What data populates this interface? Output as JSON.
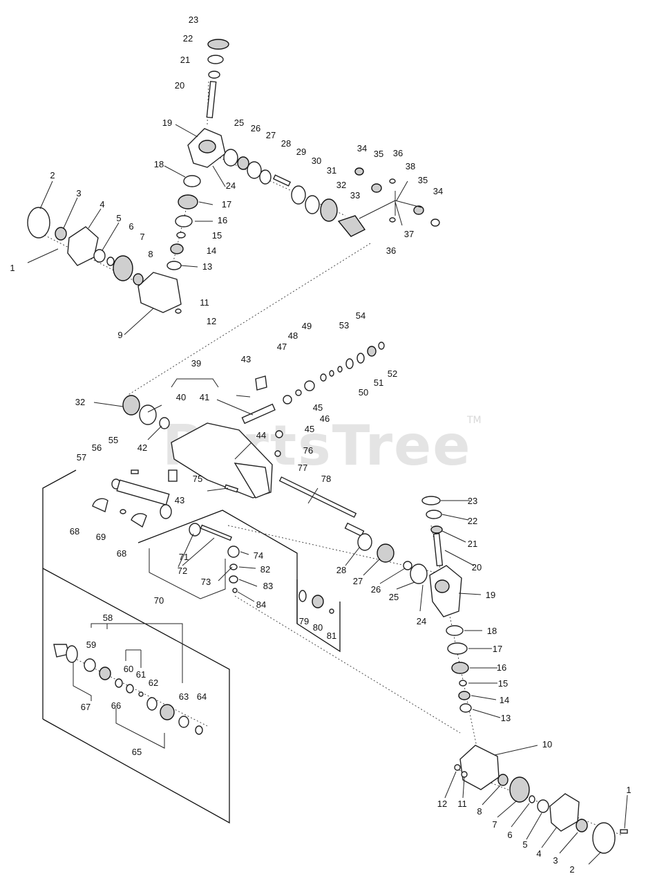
{
  "watermark": {
    "text": "PartsTree",
    "trademark": "TM"
  },
  "labels": [
    "1",
    "2",
    "3",
    "4",
    "5",
    "6",
    "7",
    "8",
    "9",
    "10",
    "11",
    "12",
    "13",
    "14",
    "15",
    "16",
    "17",
    "18",
    "19",
    "20",
    "21",
    "22",
    "23",
    "24",
    "25",
    "26",
    "27",
    "28",
    "29",
    "30",
    "31",
    "32",
    "33",
    "34",
    "35",
    "36",
    "37",
    "38",
    "39",
    "40",
    "41",
    "42",
    "43",
    "44",
    "45",
    "46",
    "47",
    "48",
    "49",
    "50",
    "51",
    "52",
    "53",
    "54",
    "55",
    "56",
    "57",
    "58",
    "59",
    "60",
    "61",
    "62",
    "63",
    "64",
    "65",
    "66",
    "67",
    "68",
    "69",
    "70",
    "71",
    "72",
    "73",
    "74",
    "75",
    "76",
    "77",
    "78",
    "79",
    "80",
    "81",
    "82",
    "83",
    "84"
  ]
}
